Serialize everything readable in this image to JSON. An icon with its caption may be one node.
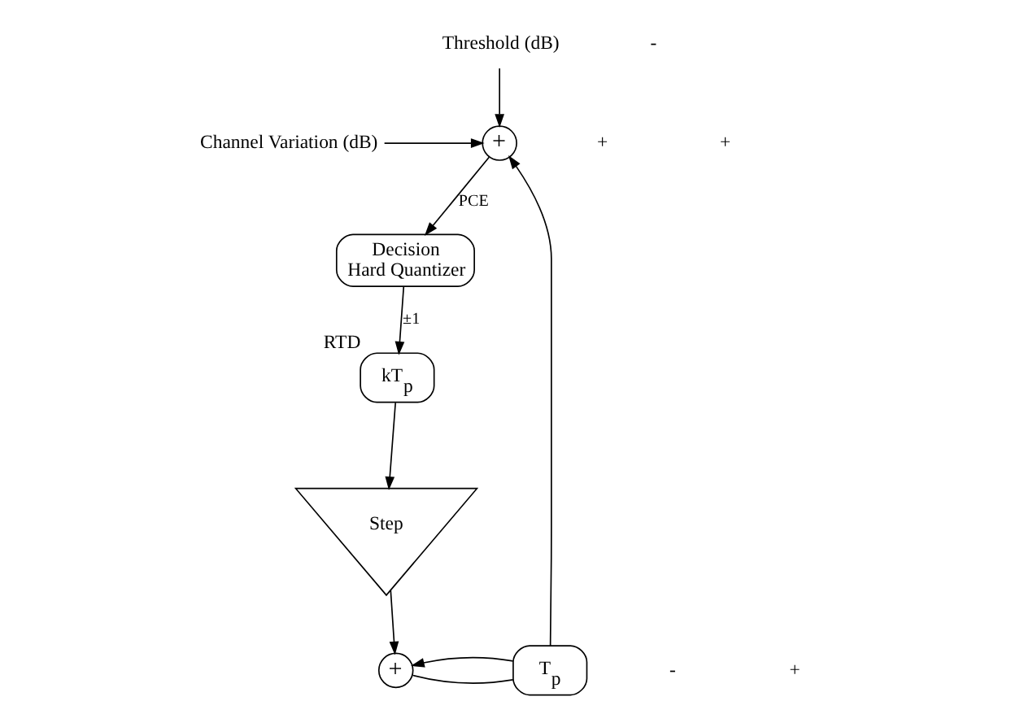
{
  "diagram": {
    "nodes": [
      {
        "text": [
          "Threshold (dB)"
        ]
      },
      {
        "text": [
          "+"
        ]
      },
      {
        "text": [
          "Channel Variation (dB)"
        ]
      },
      {
        "text": [
          "Decision",
          "Hard Quantizer"
        ]
      },
      {
        "text": [
          "kT$_{p}$"
        ],
        "beside": [
          "RTD"
        ]
      },
      {
        "text": [
          "Step"
        ]
      },
      {
        "text": [
          "+"
        ]
      },
      {
        "text": [
          "T$_{p}$"
        ]
      }
    ],
    "edges": [
      {
        "from": 0,
        "to": 1,
        "arrow": "to"
      },
      {
        "from": 2,
        "to": 1,
        "arrow": "to"
      },
      {
        "from": 1,
        "to": 3,
        "arrow": "to",
        "label": "PCE"
      },
      {
        "from": 3,
        "to": 4,
        "arrow": "to",
        "label": "±1"
      },
      {
        "from": 4,
        "to": 5,
        "arrow": "to"
      },
      {
        "from": 5,
        "to": 6,
        "arrow": "to"
      },
      {
        "from": 6,
        "to": 7,
        "arrow": "none"
      },
      {
        "from": 7,
        "to": 6,
        "arrow": "to"
      },
      {
        "from": 7,
        "to": 1,
        "arrow": "to"
      }
    ],
    "labels": [
      "-",
      "+",
      "+",
      "-",
      "+"
    ]
  }
}
